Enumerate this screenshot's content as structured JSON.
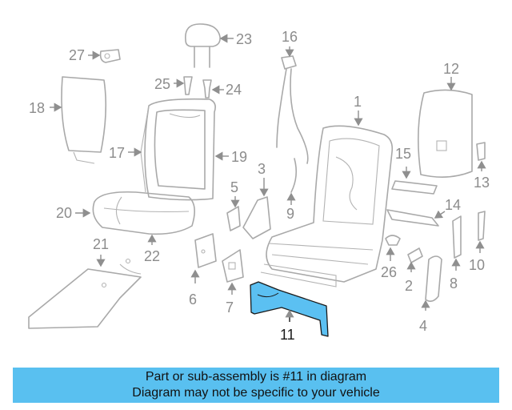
{
  "callouts": {
    "c1": "1",
    "c2": "2",
    "c3": "3",
    "c4": "4",
    "c5": "5",
    "c6": "6",
    "c7": "7",
    "c8": "8",
    "c9": "9",
    "c10": "10",
    "c11": "11",
    "c12": "12",
    "c13": "13",
    "c14": "14",
    "c15": "15",
    "c16": "16",
    "c17": "17",
    "c18": "18",
    "c19": "19",
    "c20": "20",
    "c21": "21",
    "c22": "22",
    "c23": "23",
    "c24": "24",
    "c25": "25",
    "c26": "26",
    "c27": "27"
  },
  "highlight_color": "#5bc0f2",
  "banner": {
    "line1": "Part or sub-assembly is #11 in diagram",
    "line2": "Diagram may not be specific to your vehicle",
    "background": "#59c0f0"
  }
}
